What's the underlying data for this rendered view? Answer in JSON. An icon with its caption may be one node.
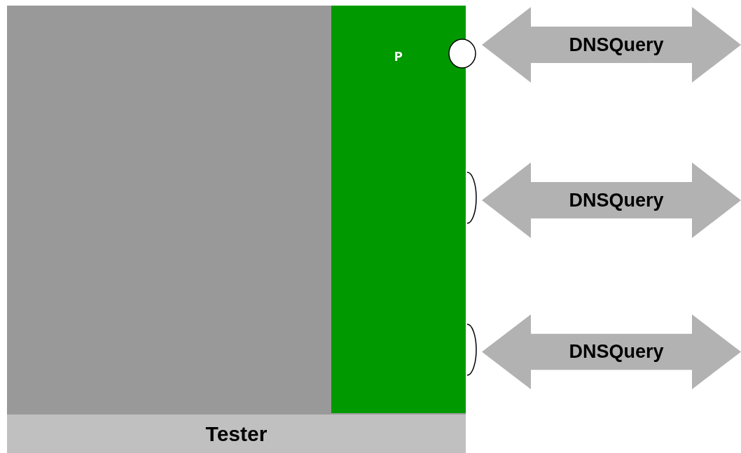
{
  "diagram": {
    "nodes": [
      {
        "text": [
          "Tester"
        ]
      },
      {
        "text": [
          "P"
        ],
        "in": 0
      },
      {
        "text": [],
        "shape": "ellipse"
      },
      {
        "text": [],
        "shape": "semicircle"
      },
      {
        "text": [],
        "shape": "semicircle"
      },
      {
        "text": [
          "DNSQuery"
        ]
      },
      {
        "text": [
          "DNSQuery"
        ]
      },
      {
        "text": [
          "DNSQuery"
        ]
      }
    ]
  }
}
